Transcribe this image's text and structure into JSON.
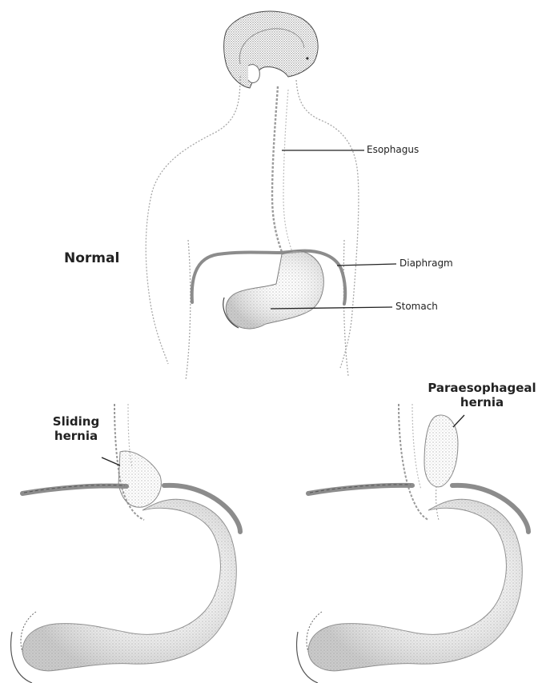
{
  "labels": {
    "esophagus": "Esophagus",
    "diaphragm": "Diaphragm",
    "stomach": "Stomach",
    "normal": "Normal",
    "sliding_line1": "Sliding",
    "sliding_line2": "hernia",
    "paraesophageal_line1": "Paraesophageal",
    "paraesophageal_line2": "hernia"
  },
  "colors": {
    "ink": "#222222",
    "hair": "#4a4a4a",
    "stipple": "#b8b8b8",
    "diaphragm_band": "#8c8c8c"
  }
}
